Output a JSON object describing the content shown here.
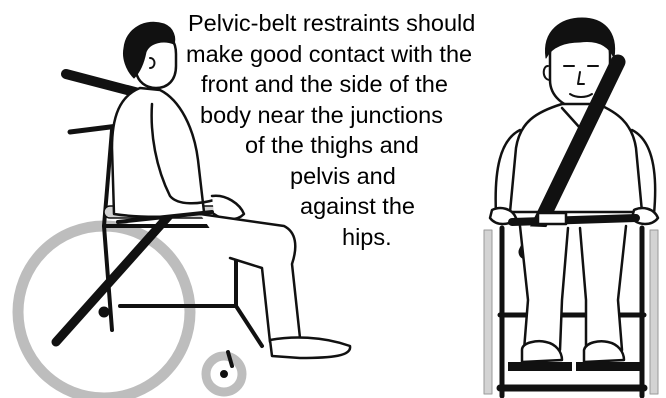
{
  "caption": {
    "lines": [
      "Pelvic-belt restraints should",
      "make good contact with the",
      "front and the side of the",
      "body near the junctions",
      "of the thighs and",
      "pelvis and",
      "against the",
      "hips."
    ]
  },
  "colors": {
    "ink": "#111111",
    "wheel_gray": "#bdbdbd",
    "frame_gray": "#d3d3d3",
    "background": "#ffffff"
  },
  "figures": [
    {
      "name": "side-view-wheelchair-user",
      "view": "side"
    },
    {
      "name": "front-view-wheelchair-user",
      "view": "front"
    }
  ]
}
